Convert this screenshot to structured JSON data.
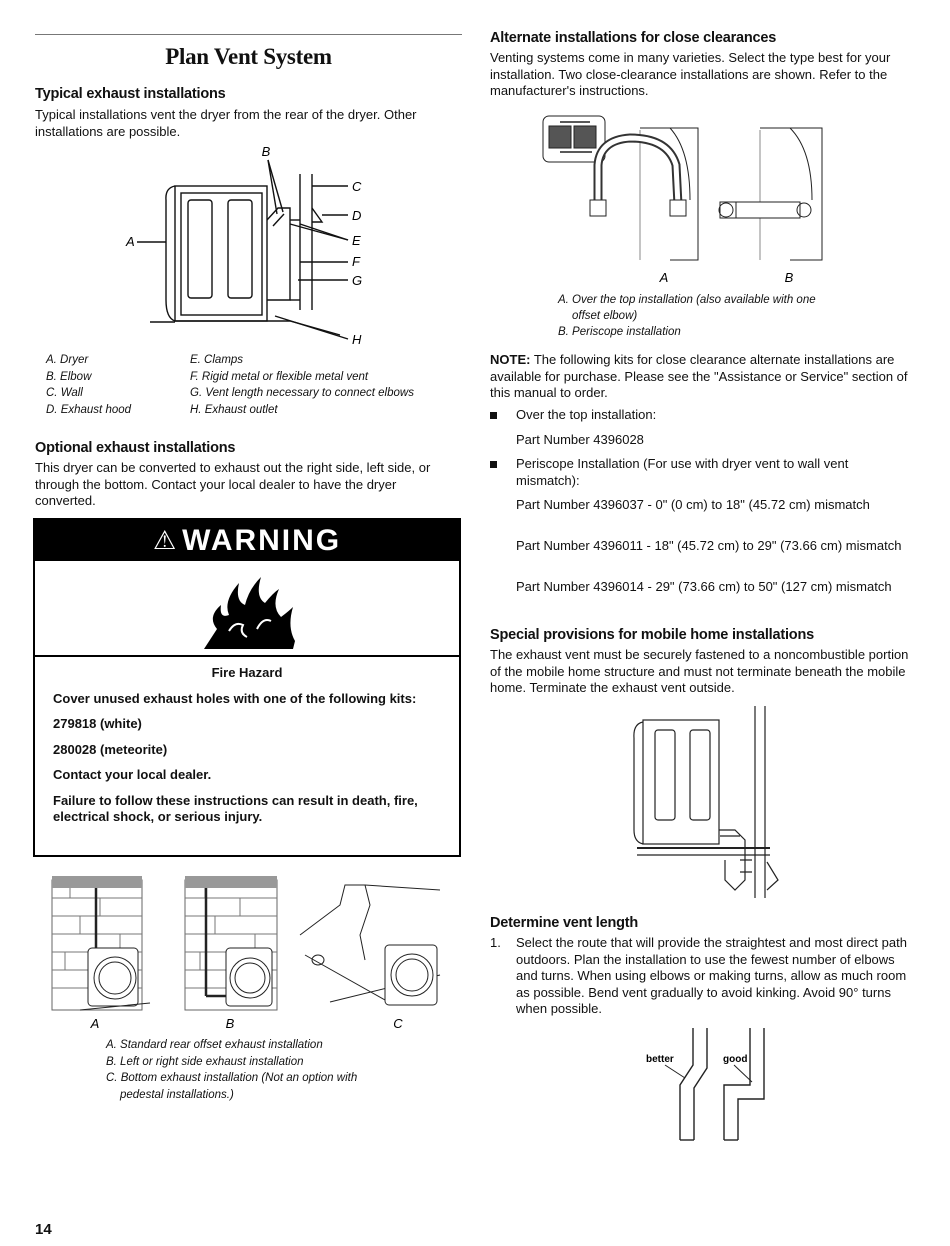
{
  "page_title": "Plan Vent System",
  "page_number": "14",
  "typical": {
    "heading": "Typical exhaust installations",
    "body": "Typical installations vent the dryer from the rear of the dryer. Other installations are possible.",
    "fig_labels": {
      "a": "A",
      "b": "B",
      "c": "C",
      "d": "D",
      "e": "E",
      "f": "F",
      "g": "G",
      "h": "H"
    },
    "legend_left": [
      "A. Dryer",
      "B. Elbow",
      "C. Wall",
      "D. Exhaust hood"
    ],
    "legend_right": [
      "E. Clamps",
      "F. Rigid metal or flexible metal vent",
      "G. Vent length necessary to connect elbows",
      "H. Exhaust outlet"
    ]
  },
  "optional": {
    "heading": "Optional exhaust installations",
    "body": "This dryer can be converted to exhaust out the right side, left side, or through the bottom. Contact your local dealer to have the dryer converted."
  },
  "warning": {
    "title": "WARNING",
    "hazard": "Fire Hazard",
    "line1": "Cover unused exhaust holes with one of the following kits:",
    "kit1": "279818 (white)",
    "kit2": "280028 (meteorite)",
    "contact": "Contact your local dealer.",
    "failure": "Failure to follow these instructions can result in death, fire, electrical shock, or serious injury."
  },
  "optional_fig": {
    "labels": [
      "A",
      "B",
      "C"
    ],
    "captions": [
      "A. Standard rear offset exhaust installation",
      "B. Left or right side exhaust installation",
      "C. Bottom exhaust installation (Not an option with",
      "pedestal installations.)"
    ]
  },
  "alternate": {
    "heading": "Alternate installations for close clearances",
    "body": "Venting systems come in many varieties. Select the type best for your installation. Two close-clearance installations are shown. Refer to the manufacturer's instructions.",
    "labels": [
      "A",
      "B"
    ],
    "captions": [
      "A. Over the top installation (also available with one",
      "offset elbow)",
      "B. Periscope installation"
    ]
  },
  "note": {
    "label": "NOTE:",
    "body": " The following kits for close clearance alternate installations are available for purchase. Please see the \"Assistance or Service\" section of this manual to order.",
    "bullet1": "Over the top installation:",
    "part1": "Part Number 4396028",
    "bullet2": "Periscope Installation (For use with dryer vent to wall vent mismatch):",
    "part2": "Part Number 4396037 - 0\" (0 cm)  to 18\" (45.72 cm) mismatch",
    "part3": "Part Number 4396011 - 18\" (45.72 cm) to 29\" (73.66 cm) mismatch",
    "part4": "Part Number 4396014 - 29\" (73.66 cm) to 50\" (127 cm) mismatch"
  },
  "mobile": {
    "heading": "Special provisions for mobile home installations",
    "body": "The exhaust vent must be securely fastened to a noncombustible portion of the mobile home structure and must not terminate beneath the mobile home. Terminate the exhaust vent outside."
  },
  "vent_length": {
    "heading": "Determine vent length",
    "num": "1.",
    "body": "Select the route that will provide the straightest and most direct path outdoors. Plan the installation to use the fewest number of elbows and turns. When using elbows or making turns, allow as much room as possible. Bend vent gradually to avoid kinking. Avoid 90° turns when possible.",
    "better": "better",
    "good": "good"
  }
}
